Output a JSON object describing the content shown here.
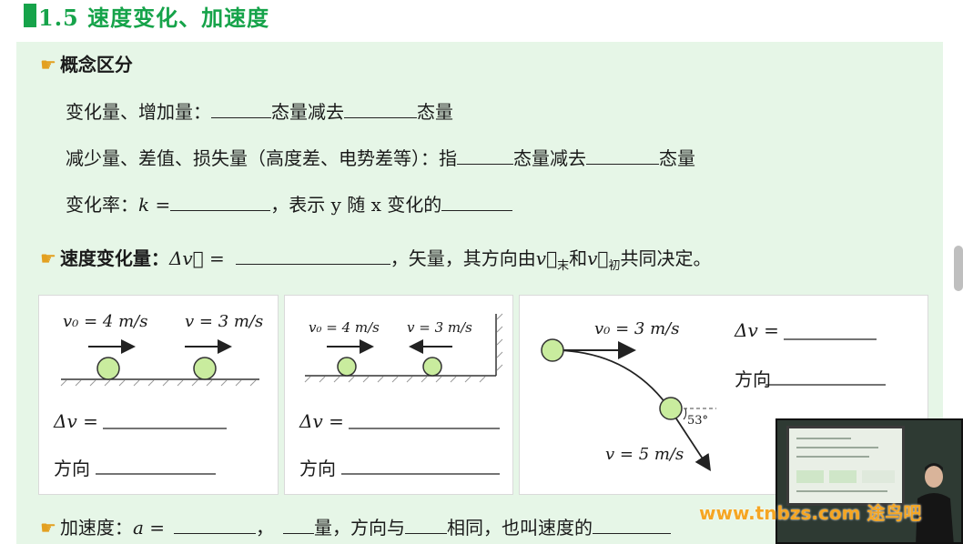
{
  "header": {
    "title": "1.5 速度变化、加速度"
  },
  "concepts": {
    "heading": "概念区分",
    "line1": {
      "text1": "变化量、增加量：",
      "text2": "态量减去",
      "text3": "态量"
    },
    "line2": {
      "text1": "减少量、差值、损失量（高度差、电势差等）：指",
      "text2": "态量减去",
      "text3": "态量"
    },
    "line3": {
      "text1": "变化率：",
      "k": "k =",
      "text2": "，表示 y 随 x 变化的"
    }
  },
  "delta_v": {
    "label": "速度变化量：",
    "formula": "Δv⃗ =",
    "text": "，矢量，其方向由",
    "v_end": "v⃗",
    "v_end_sub": "末",
    "and": "和",
    "v_init": "v⃗",
    "v_init_sub": "初",
    "tail": "共同决定。"
  },
  "card1": {
    "v0_label": "v₀ = 4 m/s",
    "v_label": "v = 3 m/s",
    "dv_label": "Δv =",
    "dir_label": "方向"
  },
  "card2": {
    "v0_label": "v₀ = 4 m/s",
    "v_label": "v = 3 m/s",
    "dv_label": "Δv =",
    "dir_label": "方向"
  },
  "card3": {
    "v0_label": "v₀ = 3 m/s",
    "v_label": "v = 5 m/s",
    "angle_label": "53°",
    "dv_label": "Δv =",
    "dir_label": "方向"
  },
  "acceleration": {
    "label": "加速度：",
    "formula": "a =",
    "text1": "，",
    "text2": "量，方向与",
    "text3": "相同，也叫速度的"
  },
  "watermark": {
    "text": "www.tnbzs.com 途鸟吧"
  },
  "colors": {
    "accent": "#16a34a",
    "panel": "#e6f6e7",
    "hand": "#e3a020",
    "ball": "#c9ec9e"
  }
}
